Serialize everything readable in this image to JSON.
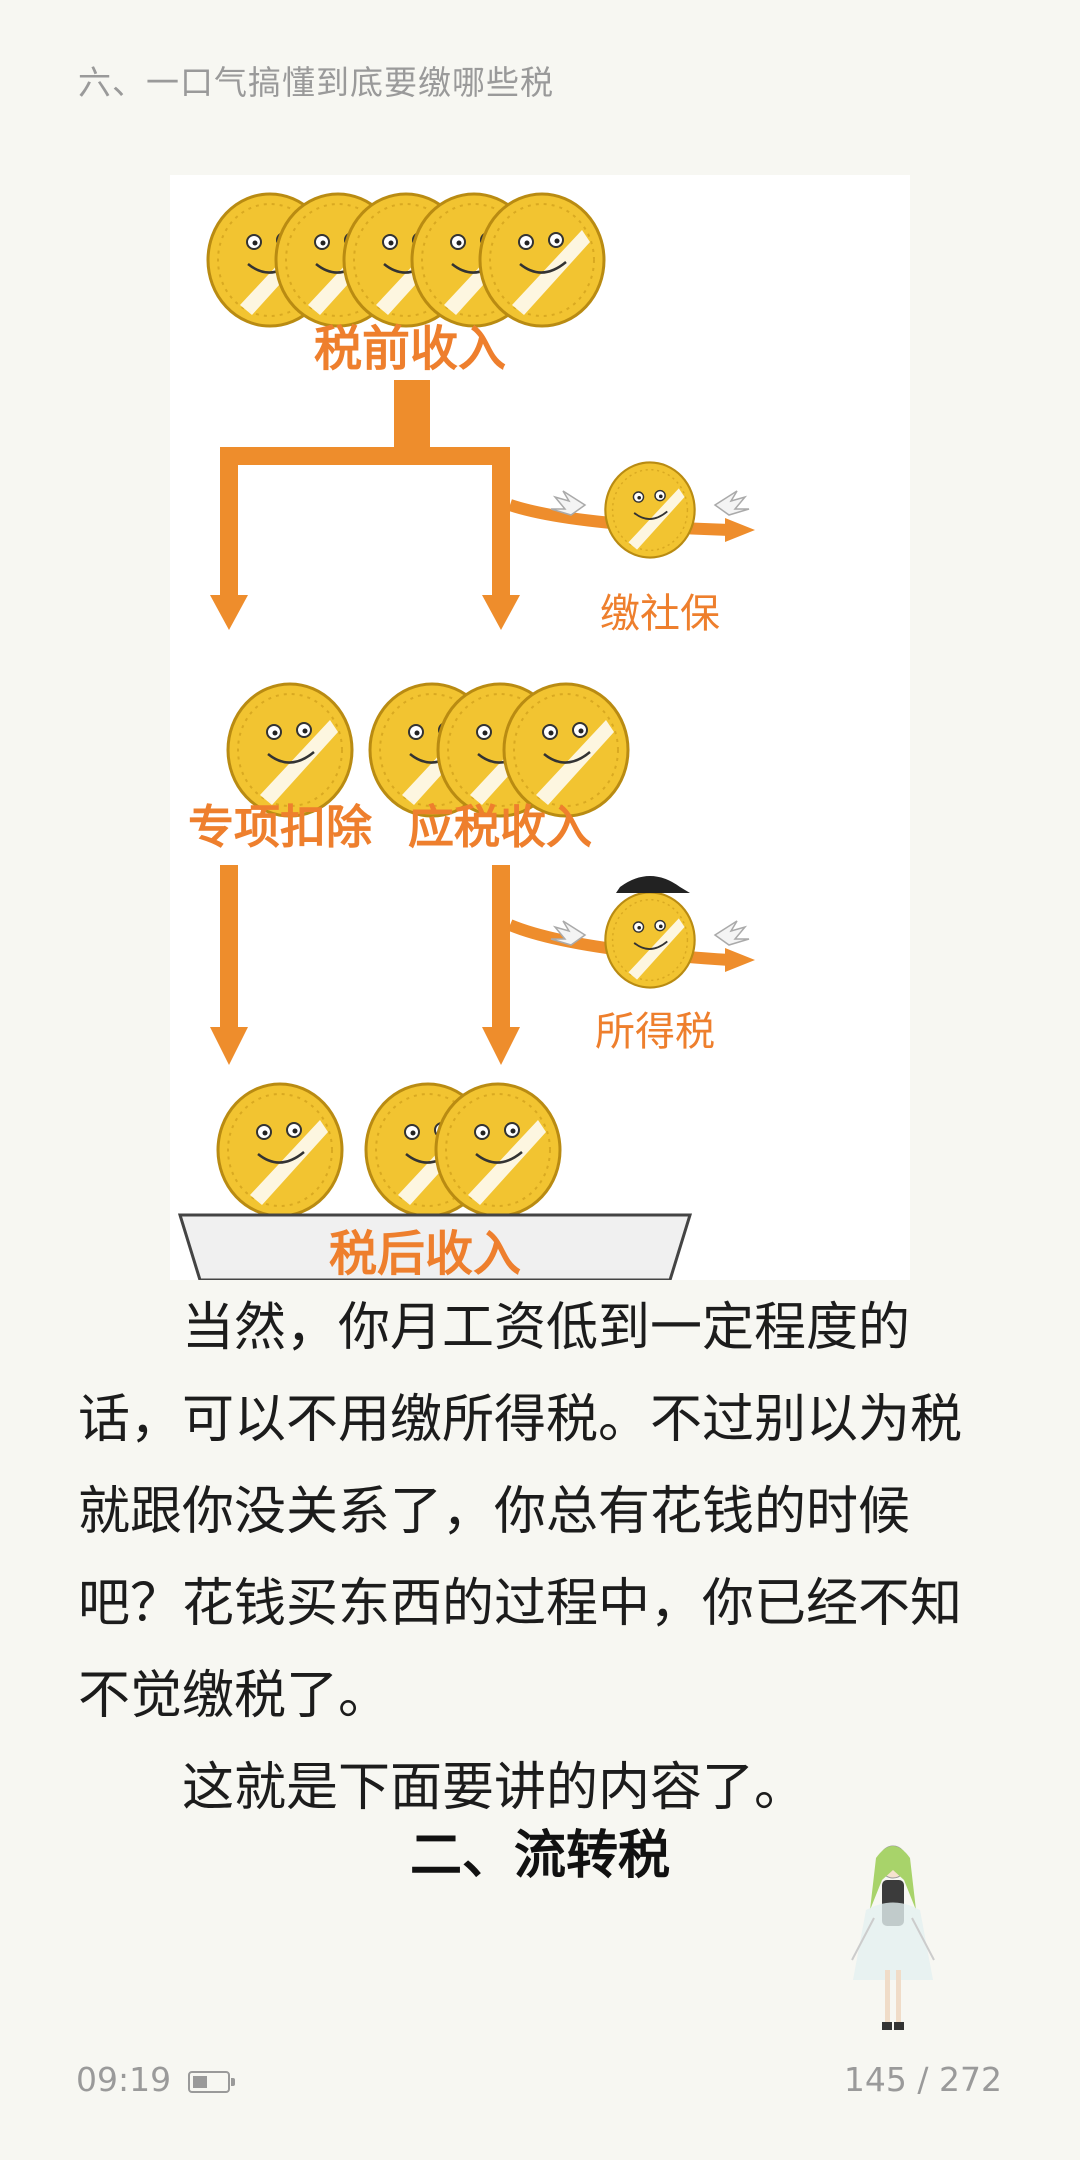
{
  "header": {
    "chapter_title": "六、一口气搞懂到底要缴哪些税"
  },
  "figure": {
    "labels": {
      "pre_tax": "税前收入",
      "social_security": "缴社保",
      "special_deduction": "专项扣除",
      "taxable_income": "应税收入",
      "income_tax": "所得税",
      "after_tax": "税后收入"
    },
    "colors": {
      "arrow": "#ee8d2c",
      "label": "#ee7f2d",
      "coin": "#f2c431",
      "coin_edge": "#c4961a"
    }
  },
  "content": {
    "paragraph_1": "当然，你月工资低到一定程度的话，可以不用缴所得税。不过别以为税就跟你没关系了，你总有花钱的时候吧？花钱买东西的过程中，你已经不知不觉缴税了。",
    "paragraph_2": "这就是下面要讲的内容了。",
    "section_heading": "二、流转税"
  },
  "status_bar": {
    "time": "09:19",
    "battery_level": 0.45,
    "page_counter": "145 / 272"
  }
}
